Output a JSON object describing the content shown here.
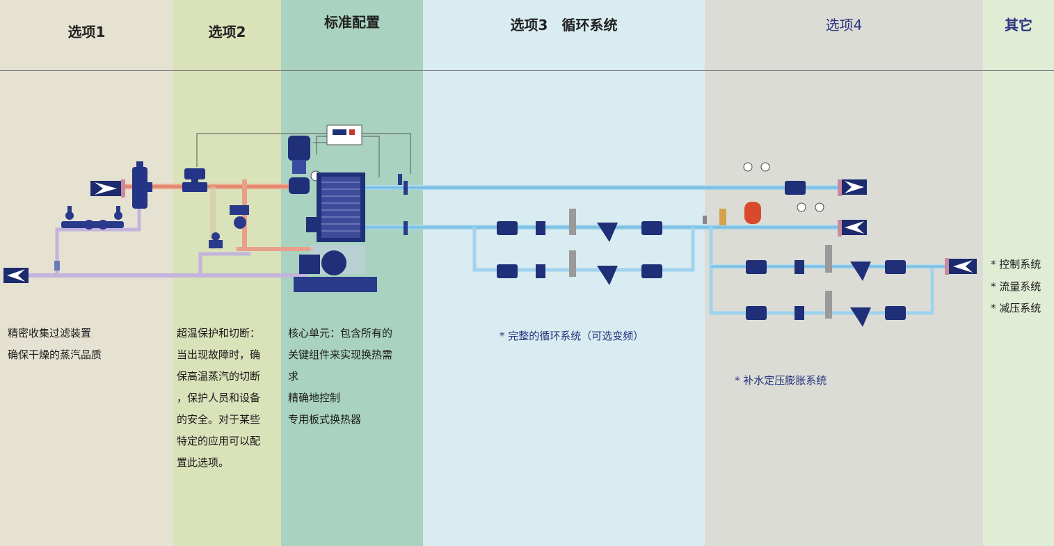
{
  "columns": [
    {
      "id": "opt1",
      "title": "选项1",
      "bg": "#e5e2d2"
    },
    {
      "id": "opt2",
      "title": "选项2",
      "bg": "#d9e2b9"
    },
    {
      "id": "std",
      "title": "标准配置",
      "bg": "#a9d2c0"
    },
    {
      "id": "opt3",
      "title": "选项3　循环系统",
      "bg": "#d9ecf1"
    },
    {
      "id": "opt4",
      "title": "选项4",
      "bg": "#dcdcd6"
    },
    {
      "id": "other",
      "title": "其它",
      "bg": "#e1ecd5"
    }
  ],
  "descriptions": {
    "opt1": [
      "精密收集过滤装置",
      "确保干燥的蒸汽品质"
    ],
    "opt2": [
      "超温保护和切断：",
      "当出现故障时，确",
      "保高温蒸汽的切断",
      "，保护人员和设备",
      "的安全。对于某些",
      "特定的应用可以配",
      "置此选项。"
    ],
    "std": [
      "核心单元：包含所有的",
      "关键组件来实现换热需",
      "求",
      "精确地控制",
      "专用板式换热器"
    ]
  },
  "notes": {
    "opt3": "*  完整的循环系统（可选变频）",
    "opt4": "*  补水定压膨胀系统"
  },
  "other_items": [
    "* 控制系统",
    "* 流量系统",
    "* 减压系统"
  ],
  "colors": {
    "steam_pipe": "#e8a08a",
    "water_pipe": "#7ec3e6",
    "return_pipe": "#b8a6d6",
    "equipment": "#1f2f78",
    "arrow_box": "#1c2a6e"
  }
}
